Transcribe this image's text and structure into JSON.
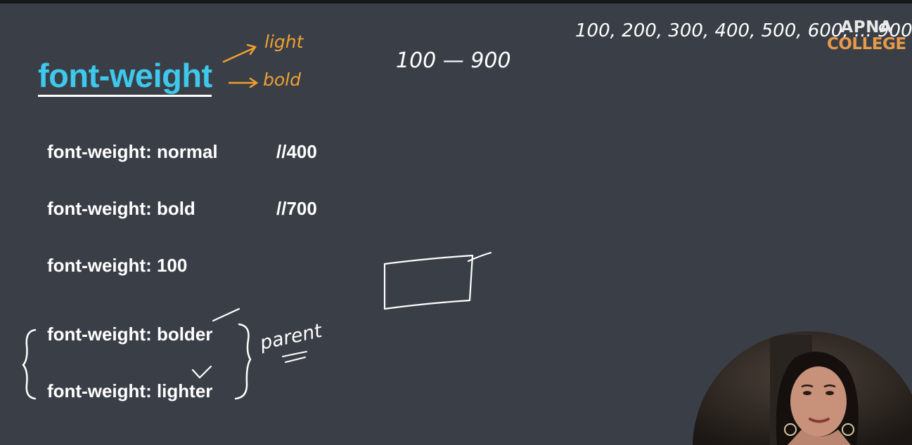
{
  "slide": {
    "title": "font-weight",
    "lines": [
      {
        "code": "font-weight: normal",
        "comment": "//400"
      },
      {
        "code": "font-weight: bold",
        "comment": "//700"
      },
      {
        "code": "font-weight: 100",
        "comment": ""
      },
      {
        "code": "font-weight: bolder",
        "comment": ""
      },
      {
        "code": "font-weight: lighter",
        "comment": ""
      }
    ]
  },
  "annotations": {
    "light": "light",
    "bold": "bold",
    "range": "100 — 900",
    "scale": "100, 200, 300, 400, 500, 600, ... 900",
    "parent": "parent"
  },
  "logo": {
    "top": "APNA",
    "bottom": "COLLEGE"
  },
  "colors": {
    "background": "#3a3f47",
    "title": "#3ec8ec",
    "annotation_orange": "#f0a030",
    "logo_orange": "#e89a4a"
  },
  "icons": {
    "arrows": "arrow-right-icon",
    "brace": "curly-brace-icon",
    "check": "check-icon"
  }
}
